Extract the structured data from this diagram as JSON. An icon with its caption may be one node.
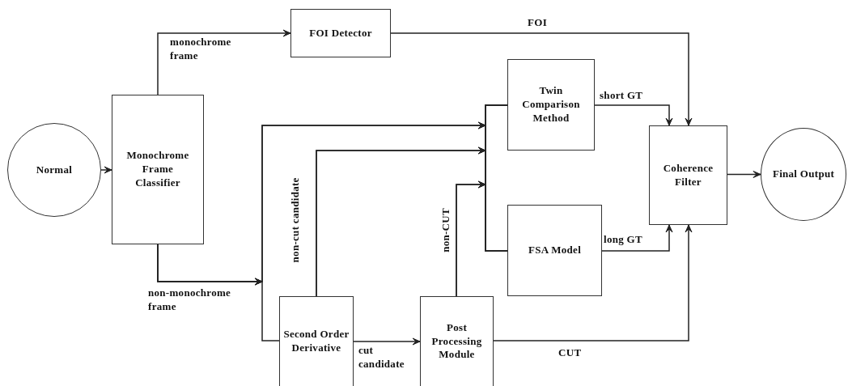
{
  "diagram": {
    "nodes": [
      {
        "text": [
          "Normal"
        ]
      },
      {
        "text": [
          "Monochrome Frame Classifier"
        ]
      },
      {
        "text": [
          "FOI Detector"
        ]
      },
      {
        "text": [
          "Twin Comparison Method"
        ]
      },
      {
        "text": [
          "FSA Model"
        ]
      },
      {
        "text": [
          "Coherence Filter"
        ]
      },
      {
        "text": [
          "Final Output"
        ]
      },
      {
        "text": [
          "Second Order Derivative"
        ]
      },
      {
        "text": [
          "Post Processing Module"
        ]
      }
    ],
    "edges": [
      {
        "from": 0,
        "to": 1,
        "arrow": "to"
      },
      {
        "from": 1,
        "to": 2,
        "arrow": "to",
        "label": "monochrome frame"
      },
      {
        "from": 1,
        "to": 7,
        "arrow": "to",
        "label": "non-monochrome frame"
      },
      {
        "from": 1,
        "to": 3,
        "arrow": "to"
      },
      {
        "from": 1,
        "to": 4,
        "arrow": "to"
      },
      {
        "from": 7,
        "to": 3,
        "arrow": "to",
        "label": "non-cut candidate"
      },
      {
        "from": 7,
        "to": 4,
        "arrow": "to"
      },
      {
        "from": 8,
        "to": 3,
        "arrow": "to",
        "label": "non-CUT"
      },
      {
        "from": 8,
        "to": 4,
        "arrow": "to"
      },
      {
        "from": 7,
        "to": 8,
        "arrow": "to",
        "label": "cut candidate"
      },
      {
        "from": 2,
        "to": 5,
        "arrow": "to",
        "label": "FOI"
      },
      {
        "from": 3,
        "to": 5,
        "arrow": "to",
        "label": "short GT"
      },
      {
        "from": 4,
        "to": 5,
        "arrow": "to",
        "label": "long GT"
      },
      {
        "from": 8,
        "to": 5,
        "arrow": "to",
        "label": "CUT"
      },
      {
        "from": 5,
        "to": 6,
        "arrow": "to"
      }
    ]
  }
}
